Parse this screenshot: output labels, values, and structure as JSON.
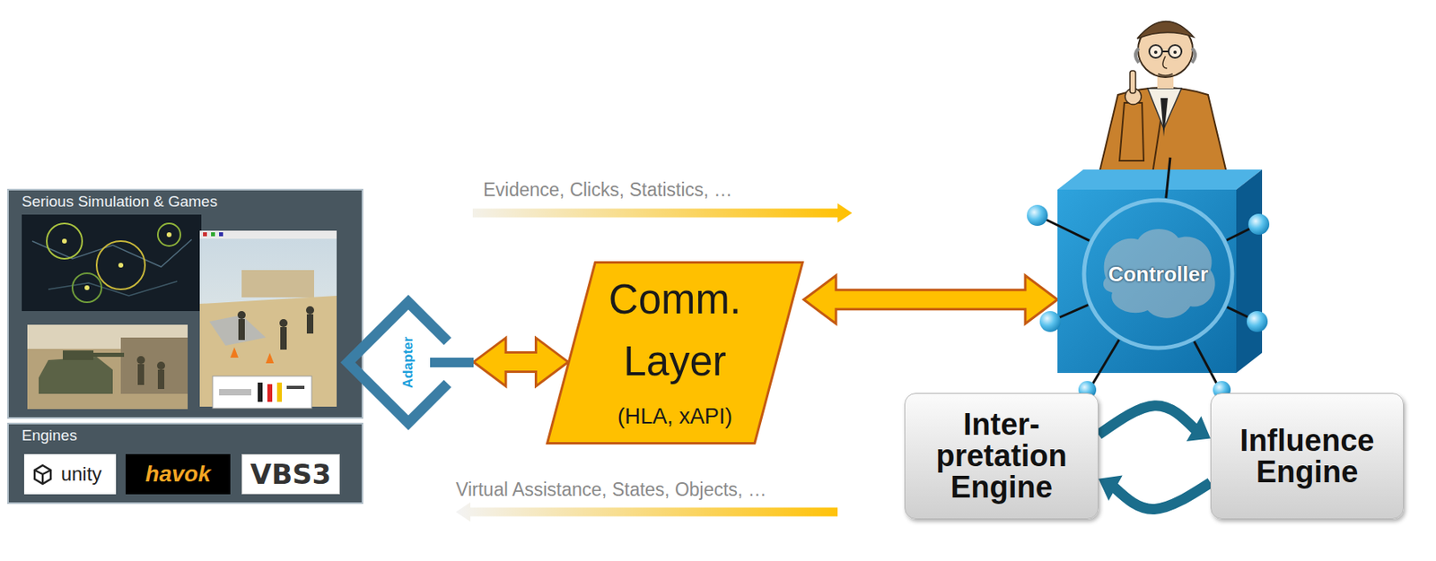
{
  "diagram": {
    "nodes": [
      {
        "text": [
          "Serious Simulation & Games"
        ]
      },
      {
        "text": [
          "Engines"
        ]
      },
      {
        "text": [
          "unity"
        ],
        "in": 1
      },
      {
        "text": [
          "havok"
        ],
        "in": 1
      },
      {
        "text": [
          "VBS3"
        ],
        "in": 1
      },
      {
        "text": [
          "Adapter"
        ]
      },
      {
        "text": [
          "Comm. Layer",
          "(HLA, xAPI)"
        ]
      },
      {
        "text": [
          "Controller"
        ]
      },
      {
        "text": [
          "Inter- pretation Engine"
        ]
      },
      {
        "text": [
          "Influence Engine"
        ]
      }
    ],
    "edges": [
      {
        "from": 5,
        "to": 6,
        "arrow": "both"
      },
      {
        "from": 6,
        "to": 7,
        "arrow": "both"
      },
      {
        "from": 7,
        "to": 8,
        "arrow": "none"
      },
      {
        "from": 7,
        "to": 9,
        "arrow": "none"
      },
      {
        "from": 8,
        "to": 9,
        "arrow": "to"
      },
      {
        "from": 9,
        "to": 8,
        "arrow": "to"
      }
    ],
    "labels": [
      "Evidence, Clicks, Statistics, …",
      "Virtual Assistance, States, Objects, …"
    ]
  }
}
